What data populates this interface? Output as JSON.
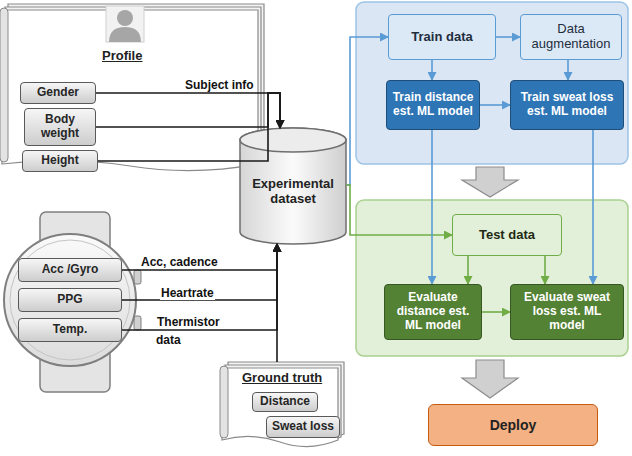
{
  "diagram": {
    "nodes": [
      {
        "text": [
          "Profile"
        ]
      },
      {
        "text": [
          "Gender"
        ],
        "in": 0
      },
      {
        "text": [
          "Body weight"
        ],
        "in": 0
      },
      {
        "text": [
          "Height"
        ],
        "in": 0
      },
      {
        "text": [
          "Acc /Gyro"
        ]
      },
      {
        "text": [
          "PPG"
        ]
      },
      {
        "text": [
          "Temp."
        ]
      },
      {
        "text": [
          "Experimental dataset"
        ]
      },
      {
        "text": [
          "Ground truth"
        ]
      },
      {
        "text": [
          "Distance"
        ],
        "in": 8
      },
      {
        "text": [
          "Sweat loss"
        ],
        "in": 8
      },
      {
        "text": [
          "Train data"
        ]
      },
      {
        "text": [
          "Data augmentation"
        ]
      },
      {
        "text": [
          "Train distance est. ML model"
        ]
      },
      {
        "text": [
          "Train sweat loss est. ML model"
        ]
      },
      {
        "text": [
          "Test data"
        ]
      },
      {
        "text": [
          "Evaluate distance est. ML model"
        ]
      },
      {
        "text": [
          "Evaluate sweat loss est. ML model"
        ]
      },
      {
        "text": [
          "Deploy"
        ]
      }
    ],
    "edges": [
      {
        "from": 1,
        "to": 7,
        "label": "Subject info",
        "arrow": "to"
      },
      {
        "from": 2,
        "to": 7,
        "arrow": "to"
      },
      {
        "from": 3,
        "to": 7,
        "arrow": "to"
      },
      {
        "from": 4,
        "to": 7,
        "label": "Acc, cadence",
        "arrow": "to"
      },
      {
        "from": 5,
        "to": 7,
        "label": "Heartrate",
        "arrow": "to"
      },
      {
        "from": 6,
        "to": 7,
        "label": "Thermistor data",
        "arrow": "to"
      },
      {
        "from": 8,
        "to": 7,
        "arrow": "to"
      },
      {
        "from": 7,
        "to": 11,
        "arrow": "to"
      },
      {
        "from": 7,
        "to": 15,
        "arrow": "to"
      },
      {
        "from": 11,
        "to": 12,
        "arrow": "to"
      },
      {
        "from": 11,
        "to": 13,
        "arrow": "to"
      },
      {
        "from": 12,
        "to": 14,
        "arrow": "to"
      },
      {
        "from": 13,
        "to": 14,
        "arrow": "to"
      },
      {
        "from": 13,
        "to": 16,
        "arrow": "to"
      },
      {
        "from": 14,
        "to": 17,
        "arrow": "to"
      },
      {
        "from": 15,
        "to": 16,
        "arrow": "to"
      },
      {
        "from": 15,
        "to": 17,
        "arrow": "to"
      },
      {
        "from": 16,
        "to": 17,
        "arrow": "to"
      }
    ]
  }
}
